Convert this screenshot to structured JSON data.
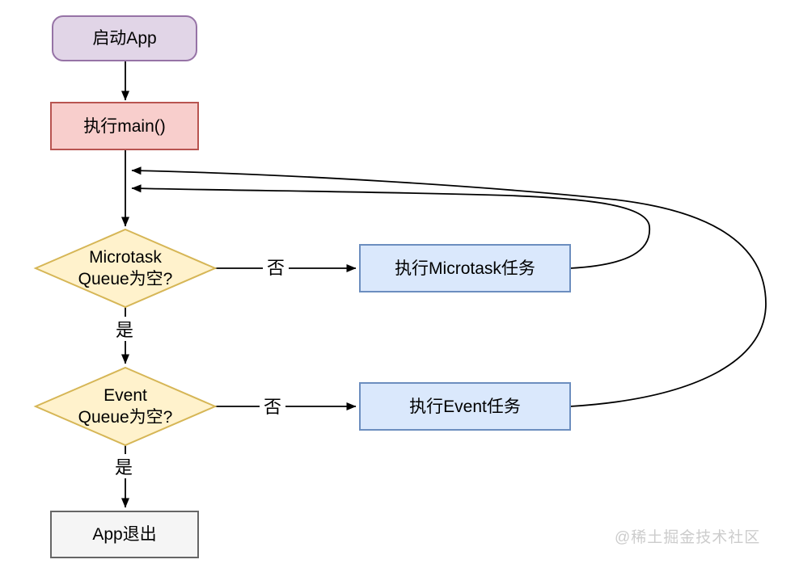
{
  "diagram": {
    "nodes": {
      "start": {
        "label": "启动App",
        "fill": "#E1D5E7",
        "border": "#9673A6"
      },
      "main": {
        "label": "执行main()",
        "fill": "#F8CECC",
        "border": "#B85450"
      },
      "microtask_check": {
        "label": "Microtask\nQueue为空?",
        "fill": "#FFF2CC",
        "border": "#D6B656"
      },
      "microtask_task": {
        "label": "执行Microtask任务",
        "fill": "#DAE8FC",
        "border": "#6C8EBF"
      },
      "event_check": {
        "label": "Event\nQueue为空?",
        "fill": "#FFF2CC",
        "border": "#D6B656"
      },
      "event_task": {
        "label": "执行Event任务",
        "fill": "#DAE8FC",
        "border": "#6C8EBF"
      },
      "exit": {
        "label": "App退出",
        "fill": "#F5F5F5",
        "border": "#666666"
      }
    },
    "edge_labels": {
      "microtask_no": "否",
      "microtask_yes": "是",
      "event_no": "否",
      "event_yes": "是"
    },
    "edge_color": "#000000",
    "watermark": "@稀土掘金技术社区"
  }
}
